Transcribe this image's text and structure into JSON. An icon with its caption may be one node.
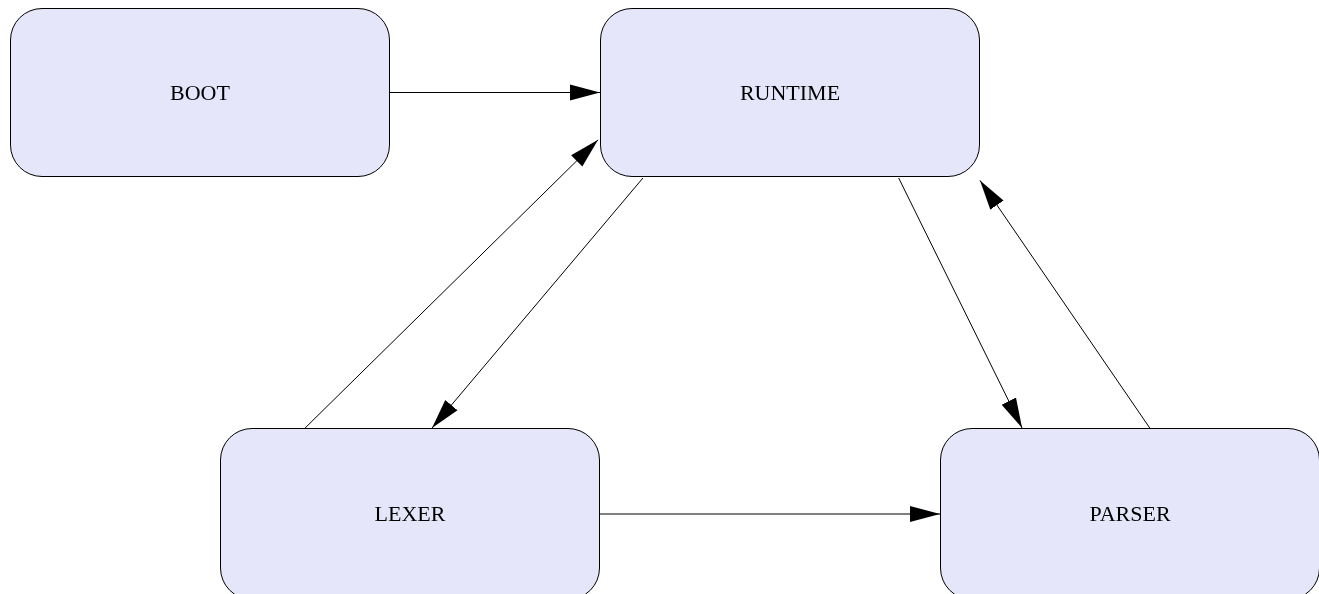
{
  "diagram": {
    "nodes": [
      {
        "text": [
          "BOOT"
        ]
      },
      {
        "text": [
          "RUNTIME"
        ]
      },
      {
        "text": [
          "LEXER"
        ]
      },
      {
        "text": [
          "PARSER"
        ]
      }
    ],
    "edges": [
      {
        "from": 0,
        "to": 1,
        "arrow": "to"
      },
      {
        "from": 2,
        "to": 1,
        "arrow": "to"
      },
      {
        "from": 1,
        "to": 2,
        "arrow": "to"
      },
      {
        "from": 1,
        "to": 3,
        "arrow": "to"
      },
      {
        "from": 3,
        "to": 1,
        "arrow": "to"
      },
      {
        "from": 2,
        "to": 3,
        "arrow": "to"
      }
    ]
  }
}
